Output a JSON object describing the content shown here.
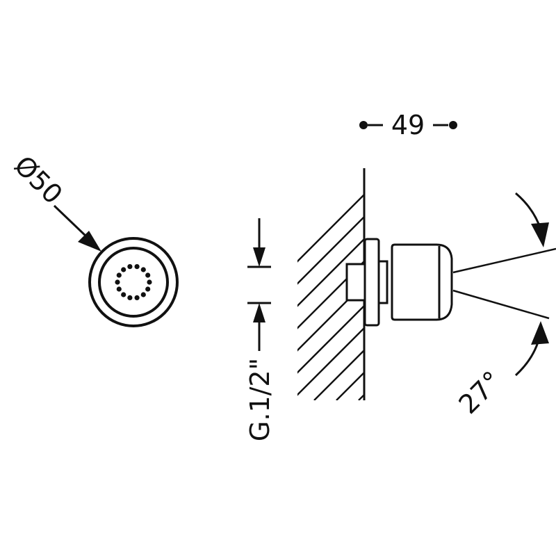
{
  "dimensions": {
    "diameter": "Ø50",
    "depth": "49",
    "thread": "G.1/2\"",
    "spray_angle": "27°"
  },
  "colors": {
    "line": "#111111",
    "background": "#ffffff"
  }
}
